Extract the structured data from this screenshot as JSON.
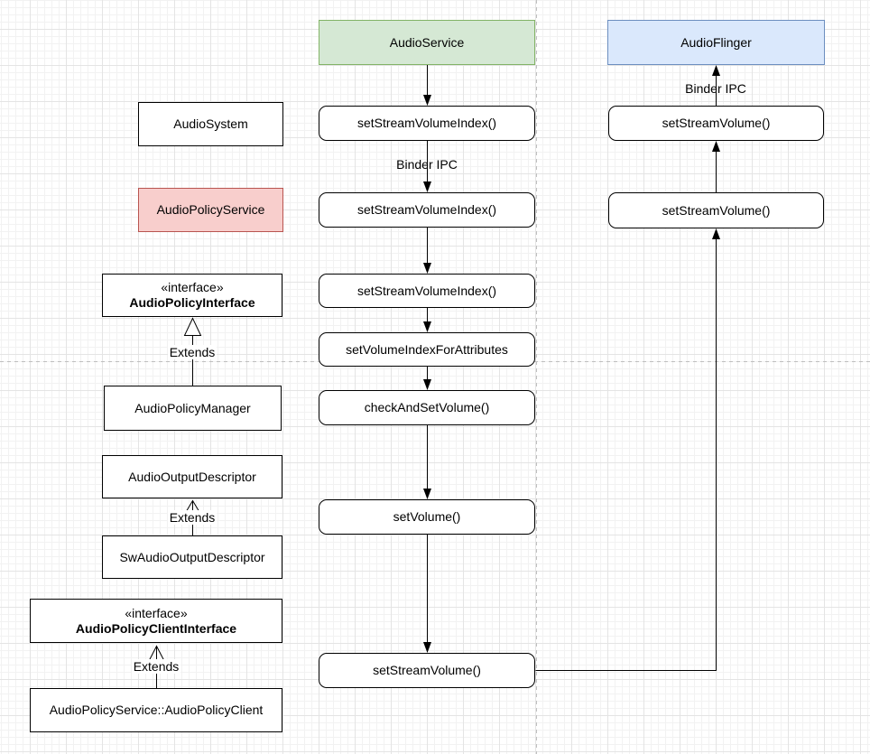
{
  "colors": {
    "canvas_background": "#ffffff",
    "grid_minor": "#f2f2f2",
    "grid_major": "#e4e4e4",
    "page_divider": "#bfbfbf",
    "node_stroke": "#000000",
    "green_fill": "#d5e8d4",
    "green_stroke": "#82b366",
    "pink_fill": "#f8cecc",
    "pink_stroke": "#b85450",
    "blue_fill": "#dae8fc",
    "blue_stroke": "#6c8ebf"
  },
  "left_column": {
    "audio_system": "AudioSystem",
    "audio_policy_service": "AudioPolicyService",
    "audio_policy_interface": {
      "stereotype": "«interface»",
      "name": "AudioPolicyInterface"
    },
    "extends_label_1": "Extends",
    "audio_policy_manager": "AudioPolicyManager",
    "audio_output_descriptor": "AudioOutputDescriptor",
    "extends_label_2": "Extends",
    "sw_audio_output_descriptor": "SwAudioOutputDescriptor",
    "audio_policy_client_interface": {
      "stereotype": "«interface»",
      "name": "AudioPolicyClientInterface"
    },
    "extends_label_3": "Extends",
    "audio_policy_client": "AudioPolicyService::AudioPolicyClient"
  },
  "middle_column": {
    "header": "AudioService",
    "binder_ipc_label": "Binder IPC",
    "steps": [
      "setStreamVolumeIndex()",
      "setStreamVolumeIndex()",
      "setStreamVolumeIndex()",
      "setVolumeIndexForAttributes",
      "checkAndSetVolume()",
      "setVolume()",
      "setStreamVolume()"
    ]
  },
  "right_column": {
    "header": "AudioFlinger",
    "binder_ipc_label": "Binder IPC",
    "steps": [
      "setStreamVolume()",
      "setStreamVolume()"
    ]
  }
}
